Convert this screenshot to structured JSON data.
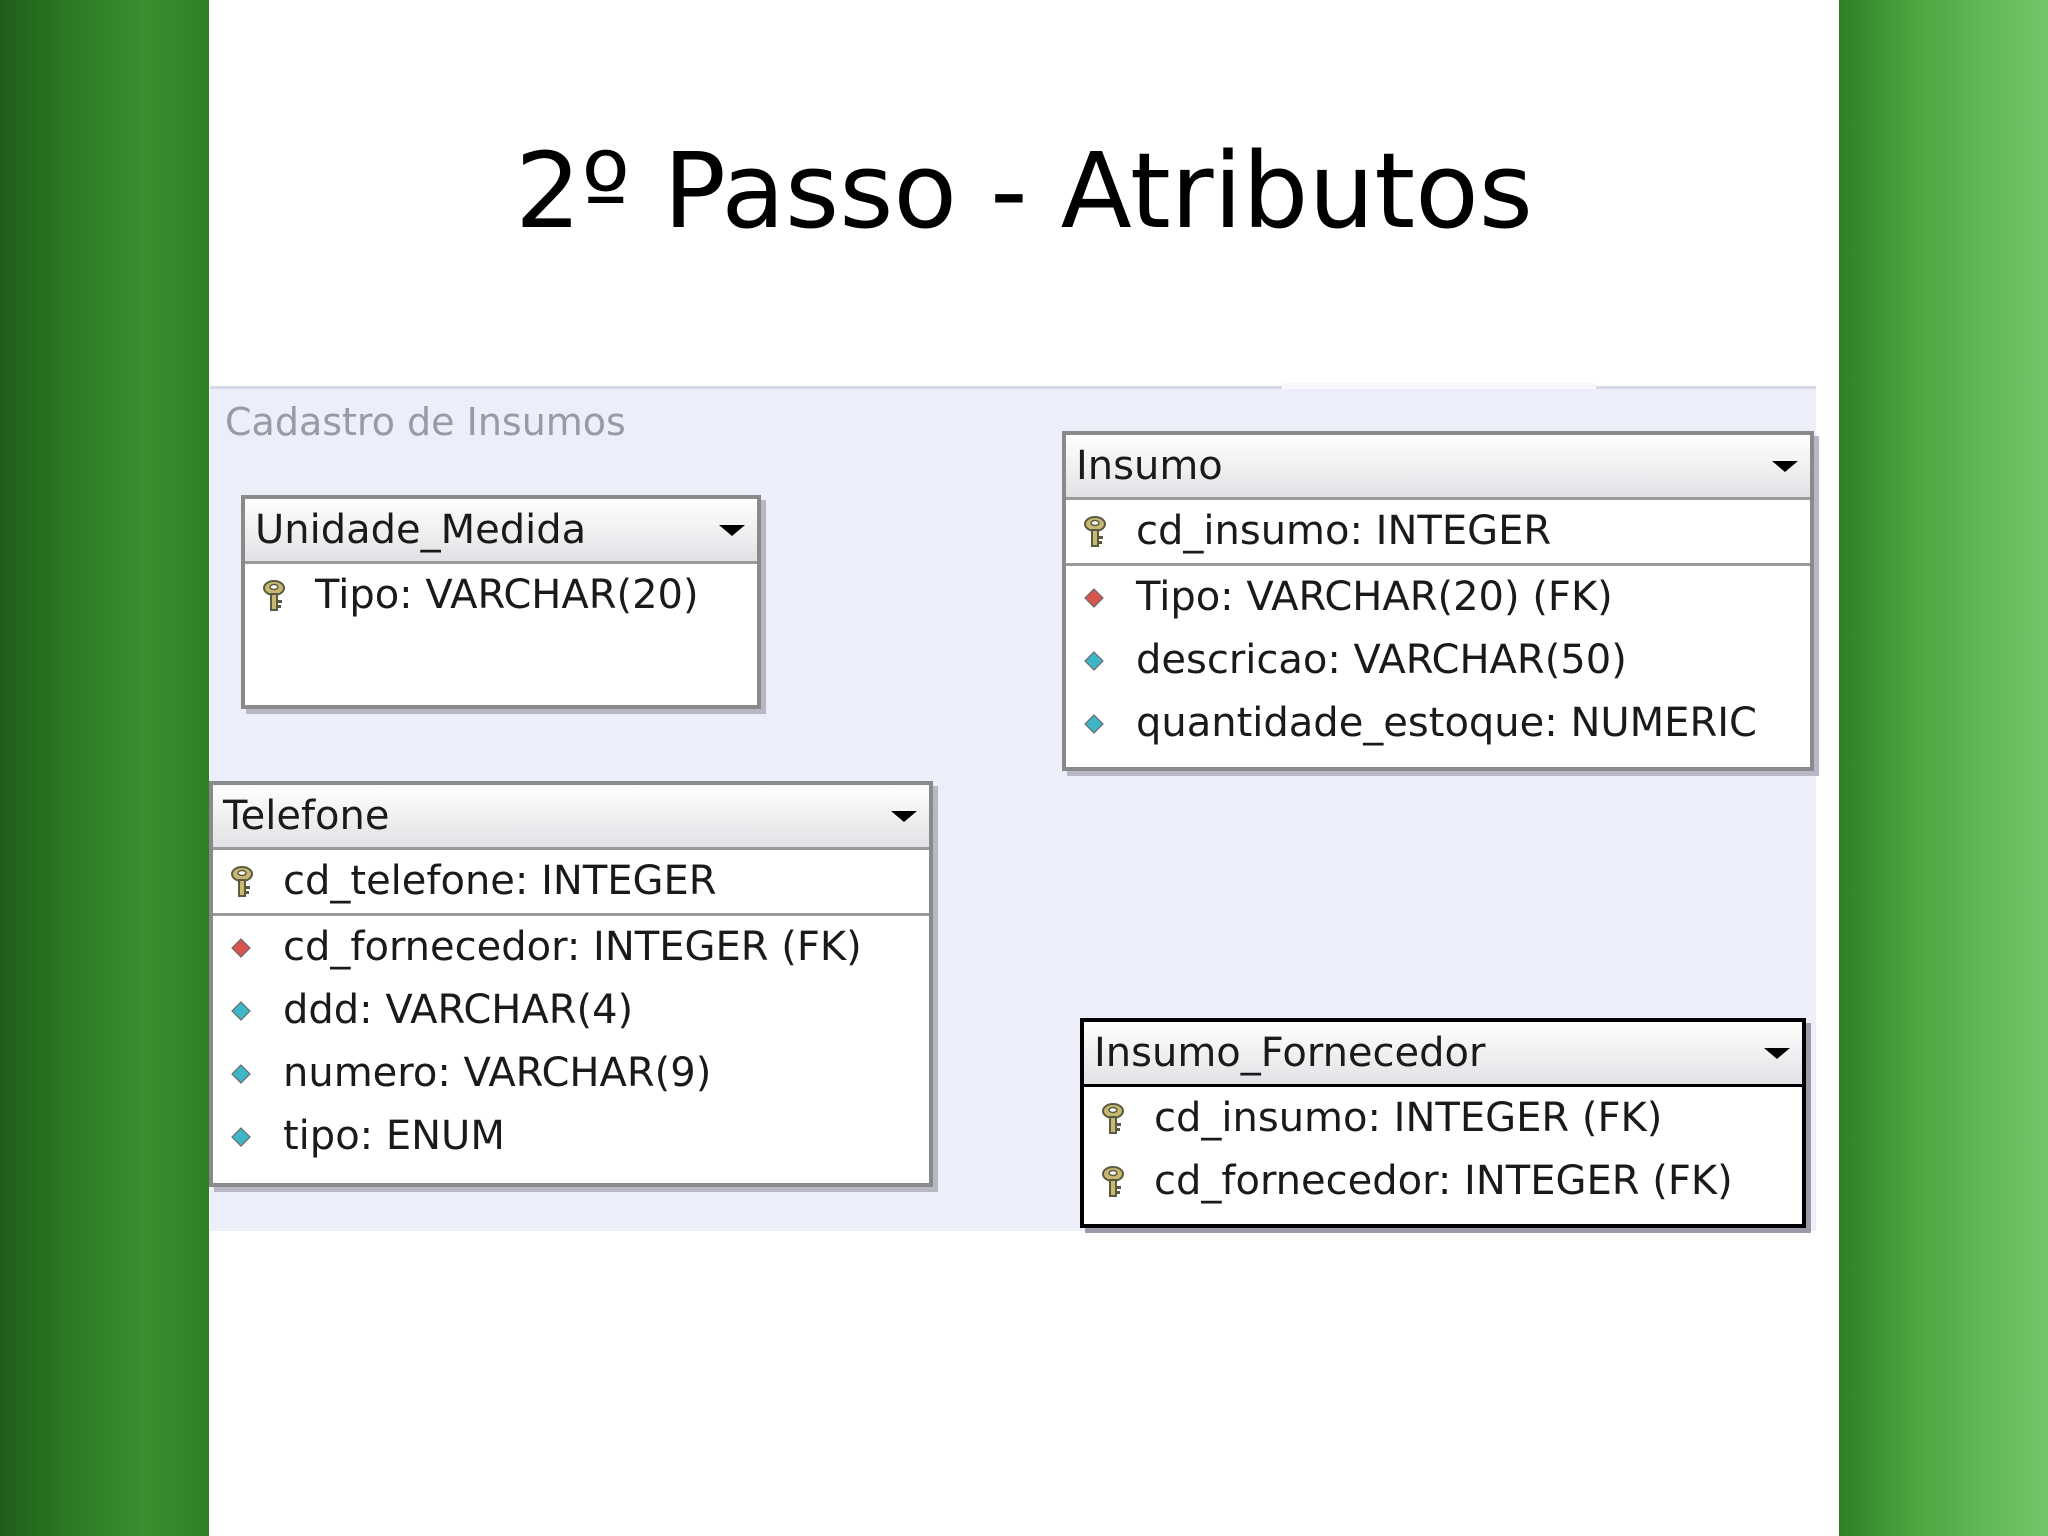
{
  "slide": {
    "title": "2º Passo - Atributos"
  },
  "diagram": {
    "title": "Cadastro de Insumos",
    "entities": {
      "unidade_medida": {
        "name": "Unidade_Medida",
        "attributes": [
          {
            "icon": "key-icon",
            "text": "Tipo: VARCHAR(20)"
          }
        ]
      },
      "insumo": {
        "name": "Insumo",
        "attributes": [
          {
            "icon": "key-icon",
            "text": "cd_insumo: INTEGER"
          },
          {
            "icon": "fk-diamond-icon",
            "text": "Tipo: VARCHAR(20) (FK)"
          },
          {
            "icon": "attribute-diamond-icon",
            "text": "descricao: VARCHAR(50)"
          },
          {
            "icon": "attribute-diamond-icon",
            "text": "quantidade_estoque: NUMERIC"
          }
        ]
      },
      "telefone": {
        "name": "Telefone",
        "attributes": [
          {
            "icon": "key-icon",
            "text": "cd_telefone: INTEGER"
          },
          {
            "icon": "fk-diamond-icon",
            "text": "cd_fornecedor: INTEGER (FK)"
          },
          {
            "icon": "attribute-diamond-icon",
            "text": "ddd: VARCHAR(4)"
          },
          {
            "icon": "attribute-diamond-icon",
            "text": "numero: VARCHAR(9)"
          },
          {
            "icon": "attribute-diamond-icon",
            "text": "tipo: ENUM"
          }
        ]
      },
      "insumo_fornecedor": {
        "name": "Insumo_Fornecedor",
        "attributes": [
          {
            "icon": "key-icon",
            "text": "cd_insumo: INTEGER (FK)"
          },
          {
            "icon": "key-icon",
            "text": "cd_fornecedor: INTEGER (FK)"
          }
        ]
      }
    }
  },
  "colors": {
    "key": "#c9b871",
    "fk_diamond": "#d9534f",
    "attribute_diamond": "#3fb6c6",
    "canvas": "#eceef9"
  }
}
